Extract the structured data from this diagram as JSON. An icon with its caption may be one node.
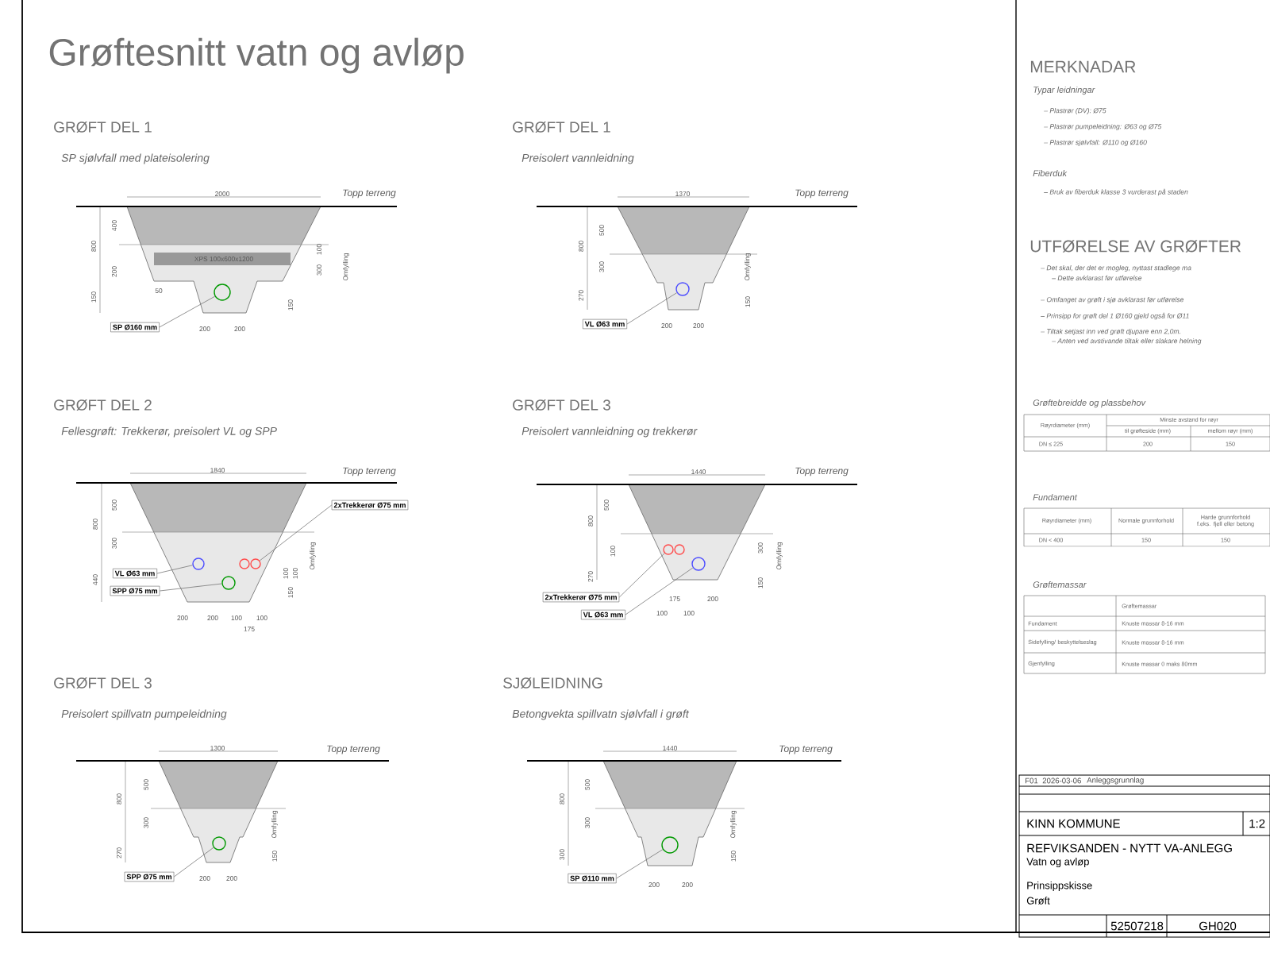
{
  "diagram": {
    "title": "Grøftesnitt vatn og avløp",
    "nodes": [
      {
        "text": [
          "SP Ø160 mm"
        ]
      },
      {
        "text": [],
        "shape": "circle"
      },
      {
        "text": [
          "VL Ø63 mm"
        ]
      },
      {
        "text": [],
        "shape": "circle"
      },
      {
        "text": [
          "2xTrekkerør Ø75 mm"
        ]
      },
      {
        "text": [],
        "shape": "circle"
      },
      {
        "text": [],
        "shape": "circle"
      },
      {
        "text": [
          "VL Ø63 mm"
        ]
      },
      {
        "text": [],
        "shape": "circle"
      },
      {
        "text": [
          "SPP Ø75 mm"
        ]
      },
      {
        "text": [],
        "shape": "circle"
      },
      {
        "text": [
          "2xTrekkerør Ø75 mm"
        ]
      },
      {
        "text": [],
        "shape": "circle"
      },
      {
        "text": [],
        "shape": "circle"
      },
      {
        "text": [
          "VL Ø63 mm"
        ]
      },
      {
        "text": [],
        "shape": "circle"
      },
      {
        "text": [
          "SPP Ø75 mm"
        ]
      },
      {
        "text": [],
        "shape": "circle"
      },
      {
        "text": [
          "SP Ø110 mm"
        ]
      },
      {
        "text": [],
        "shape": "circle"
      }
    ],
    "edges": [
      {
        "from": 0,
        "to": 1,
        "arrow": "none"
      },
      {
        "from": 2,
        "to": 3,
        "arrow": "none"
      },
      {
        "from": 4,
        "to": 6,
        "arrow": "none"
      },
      {
        "from": 7,
        "to": 8,
        "arrow": "none"
      },
      {
        "from": 9,
        "to": 10,
        "arrow": "none"
      },
      {
        "from": 11,
        "to": 12,
        "arrow": "none"
      },
      {
        "from": 14,
        "to": 15,
        "arrow": "none"
      },
      {
        "from": 16,
        "to": 17,
        "arrow": "none"
      },
      {
        "from": 18,
        "to": 19,
        "arrow": "none"
      }
    ],
    "labels": [
      "GRØFT DEL 1",
      "SP sjølvfall med plateisolering",
      "2000",
      "Topp terreng",
      "800",
      "400",
      "XPS 100x600x1200",
      "100",
      "200",
      "300",
      "Omfylling",
      "50",
      "150",
      "150",
      "200",
      "200",
      "GRØFT DEL 1",
      "Preisolert vannleidning",
      "1370",
      "Topp terreng",
      "800",
      "500",
      "300",
      "Omfylling",
      "270",
      "150",
      "200",
      "200",
      "GRØFT DEL 2",
      "Fellesgrøft: Trekkerør, preisolert VL og SPP",
      "1840",
      "Topp terreng",
      "500",
      "800",
      "300",
      "Omfylling",
      "100",
      "100",
      "440",
      "150",
      "200",
      "200",
      "100",
      "100",
      "175",
      "GRØFT DEL 3",
      "Preisolert vannleidning og trekkerør",
      "1440",
      "Topp terreng",
      "500",
      "800",
      "100",
      "300",
      "Omfylling",
      "270",
      "150",
      "175",
      "200",
      "100",
      "100",
      "GRØFT DEL 3",
      "Preisolert spillvatn pumpeleidning",
      "1300",
      "Topp terreng",
      "500",
      "800",
      "300",
      "Omfylling",
      "270",
      "150",
      "200",
      "200",
      "SJØLEIDNING",
      "Betongvekta spillvatn sjølvfall i grøft",
      "1440",
      "Topp terreng",
      "500",
      "800",
      "300",
      "Omfylling",
      "300",
      "150",
      "200",
      "200",
      "MERKNADAR",
      "Typar leidningar",
      "– Plastrør (DV): Ø75",
      "– Plastrør pumpeleidning: Ø63 og Ø75",
      "– Plastrør sjølvfall: Ø110 og Ø160",
      "Fiberduk",
      "– Bruk av fiberduk klasse 3 vurderast på staden",
      "UTFØRELSE AV GRØFTER",
      "– Det skal, der det er mogleg, nyttast stadlege ma",
      "– Dette avklarast før utførelse",
      "– Omfanget av grøft i sjø avklarast før utførelse",
      "– Prinsipp for grøft del 1 Ø160 gjeld også for Ø11",
      "– Tiltak setjast inn ved grøft djupare enn 2,0m.",
      "– Anten ved avstivande tiltak eller slakare helning",
      "Grøftebreidde og plassbehov",
      "Røyrdiameter (mm)",
      "Minste avstand for røyr",
      "til grøfteside (mm)",
      "mellom røyr (mm)",
      "DN ≤ 225",
      "200",
      "150",
      "Fundament",
      "Røyrdiameter (mm)",
      "Normale grunnforhold",
      "Harde grunnforhold f.eks. fjell eller betong",
      "DN < 400",
      "150",
      "150",
      "Grøftemassar",
      "Grøftemassar",
      "Fundament",
      "Knuste massar 8-16 mm",
      "Sidefylling/ beskyttelseslag",
      "Knuste massar 8-16 mm",
      "Gjenfylling",
      "Knuste massar 0 maks 80mm",
      "F01",
      "2026-03-06",
      "Anleggsgrunnlag",
      "KINN KOMMUNE",
      "1:2",
      "REFVIKSANDEN - NYTT VA-ANLEGG",
      "Vatn og avløp",
      "Prinsippskisse",
      "Grøft",
      "52507218",
      "GH020"
    ]
  }
}
